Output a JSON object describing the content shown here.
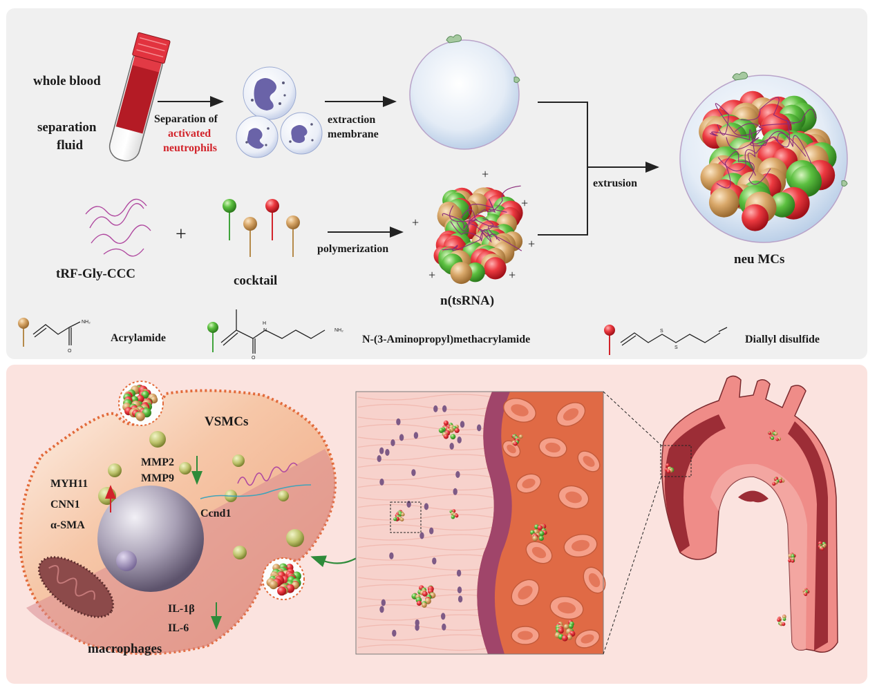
{
  "top_panel": {
    "whole_blood": "whole blood",
    "separation_fluid_line1": "separation",
    "separation_fluid_line2": "fluid",
    "separation_of": "Separation of",
    "activated": "activated",
    "neutrophils": "neutrophils",
    "extraction": "extraction",
    "membrane": "membrane",
    "extrusion": "extrusion",
    "neu_mcs": "neu MCs",
    "trf": "tRF-Gly-CCC",
    "plus": "+",
    "cocktail": "cocktail",
    "polymerization": "polymerization",
    "ntsrna": "n(tsRNA)"
  },
  "legend": {
    "acrylamide": "Acrylamide",
    "apma": "N-(3-Aminopropyl)methacrylamide",
    "disulfide": "Diallyl disulfide",
    "nh2": "NH₂",
    "o": "O",
    "h": "H",
    "n": "N",
    "s": "S"
  },
  "bottom_panel": {
    "vsmcs": "VSMCs",
    "mmp2": "MMP2",
    "mmp9": "MMP9",
    "myh11": "MYH11",
    "cnn1": "CNN1",
    "asma": "α-SMA",
    "ccnd1": "Ccnd1",
    "il1b": "IL-1β",
    "il6": "IL-6",
    "macrophages": "macrophages"
  },
  "colors": {
    "red_text": "#d2232a",
    "green_arrow": "#2e8b3a",
    "red_arrow": "#d2232a",
    "top_bg": "#f0f0f0",
    "bottom_bg": "#fbe3df",
    "sphere_red": "#e8343c",
    "sphere_green": "#5bbf3f",
    "sphere_tan": "#d9a86a"
  }
}
